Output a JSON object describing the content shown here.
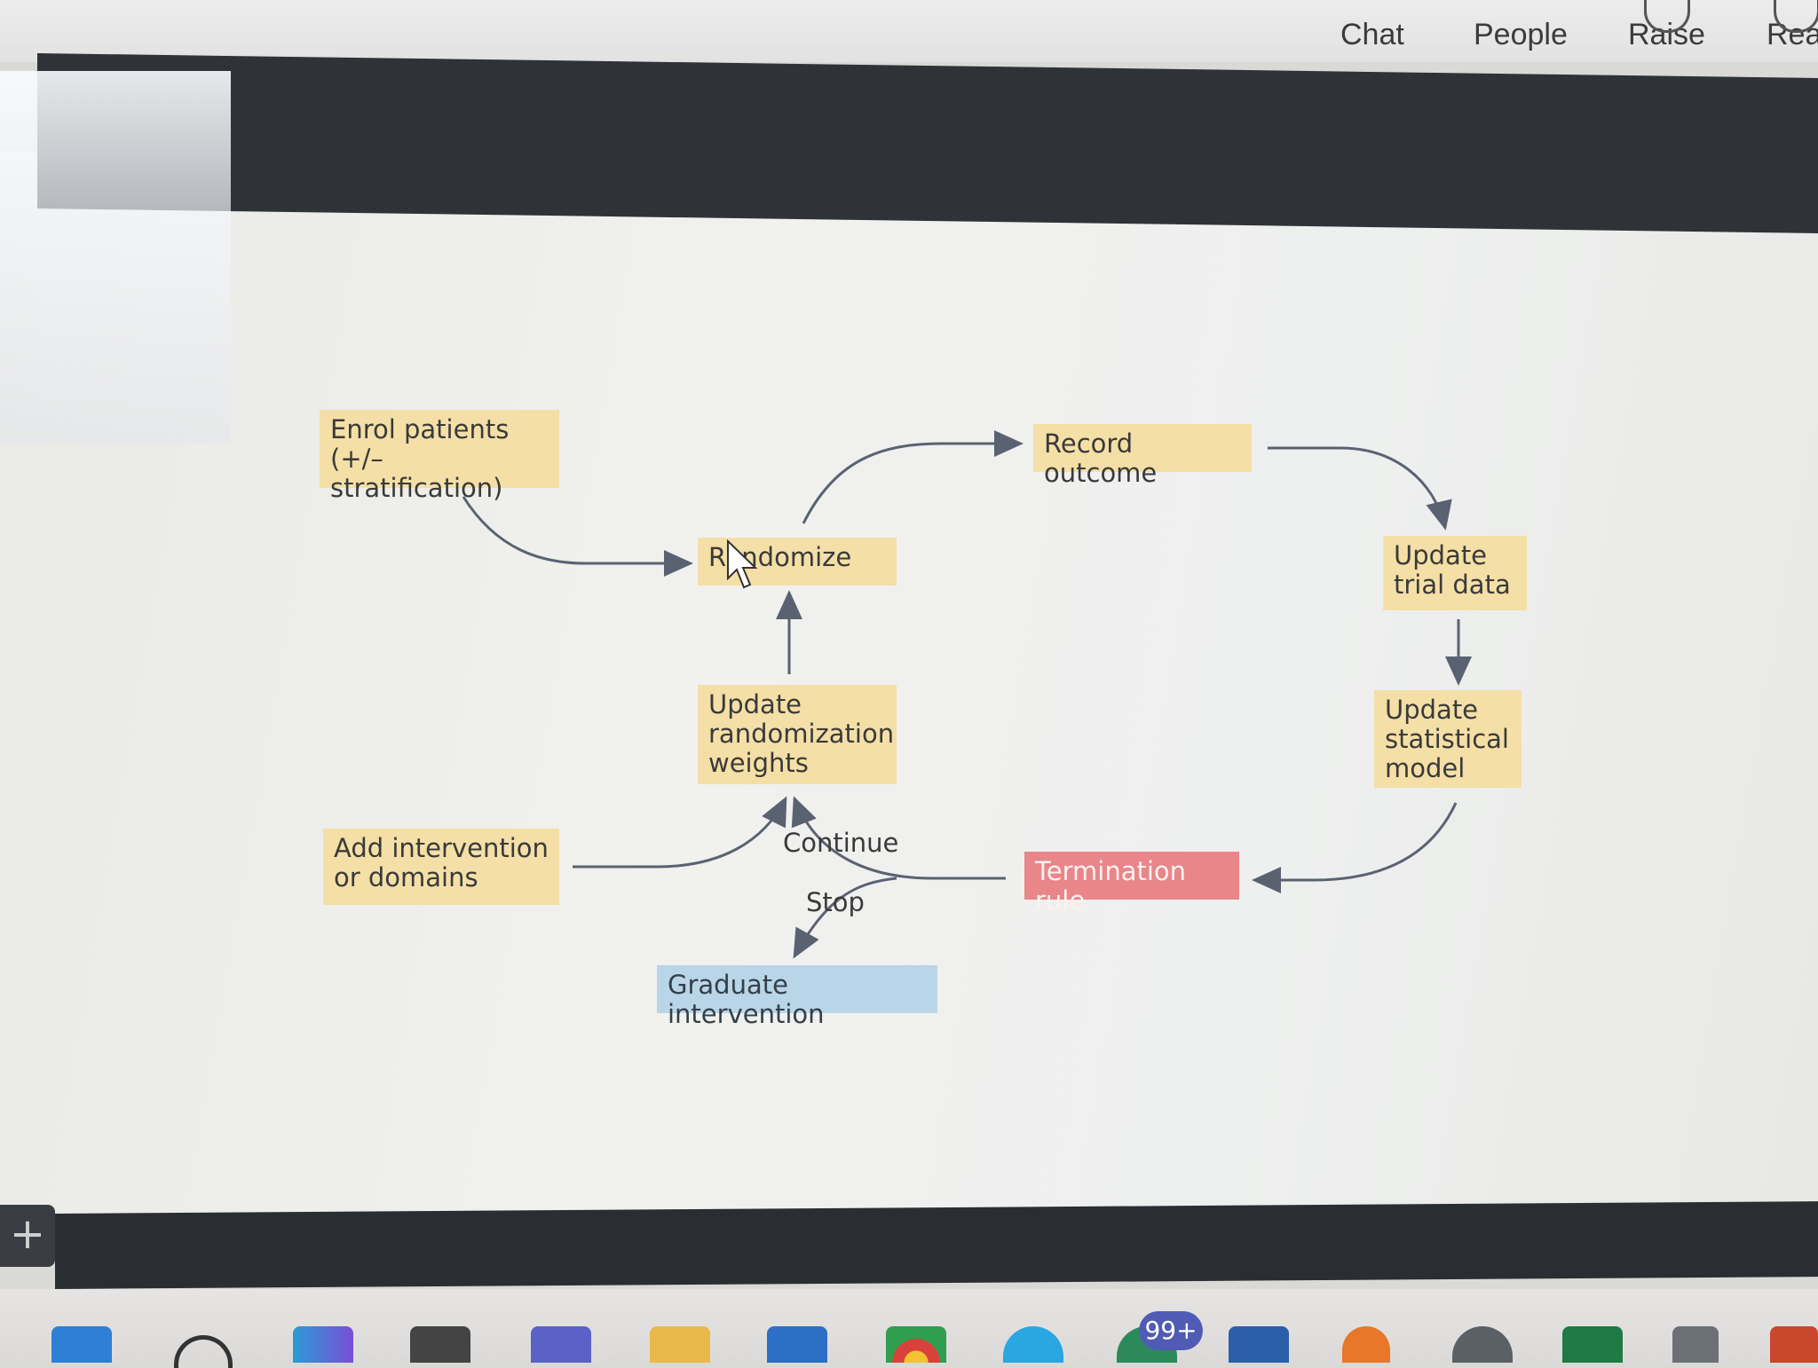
{
  "toolbar": {
    "chat": "Chat",
    "people": "People",
    "raise": "Raise",
    "react": "Reac"
  },
  "diagram": {
    "enrol": "Enrol patients\n(+/– stratification)",
    "randomize": "Randomize",
    "record": "Record outcome",
    "update_trial": "Update\ntrial data",
    "update_model": "Update\nstatistical\nmodel",
    "update_weights": "Update\nrandomization\nweights",
    "add_intervention": "Add intervention\nor domains",
    "termination": "Termination rule",
    "graduate": "Graduate intervention",
    "continue": "Continue",
    "stop": "Stop"
  },
  "taskbar": {
    "badge": "99+"
  },
  "colors": {
    "box": "#f4dfa6",
    "termination": "#e8868a",
    "graduate": "#b9d6e8",
    "arrow": "#5a6272"
  }
}
